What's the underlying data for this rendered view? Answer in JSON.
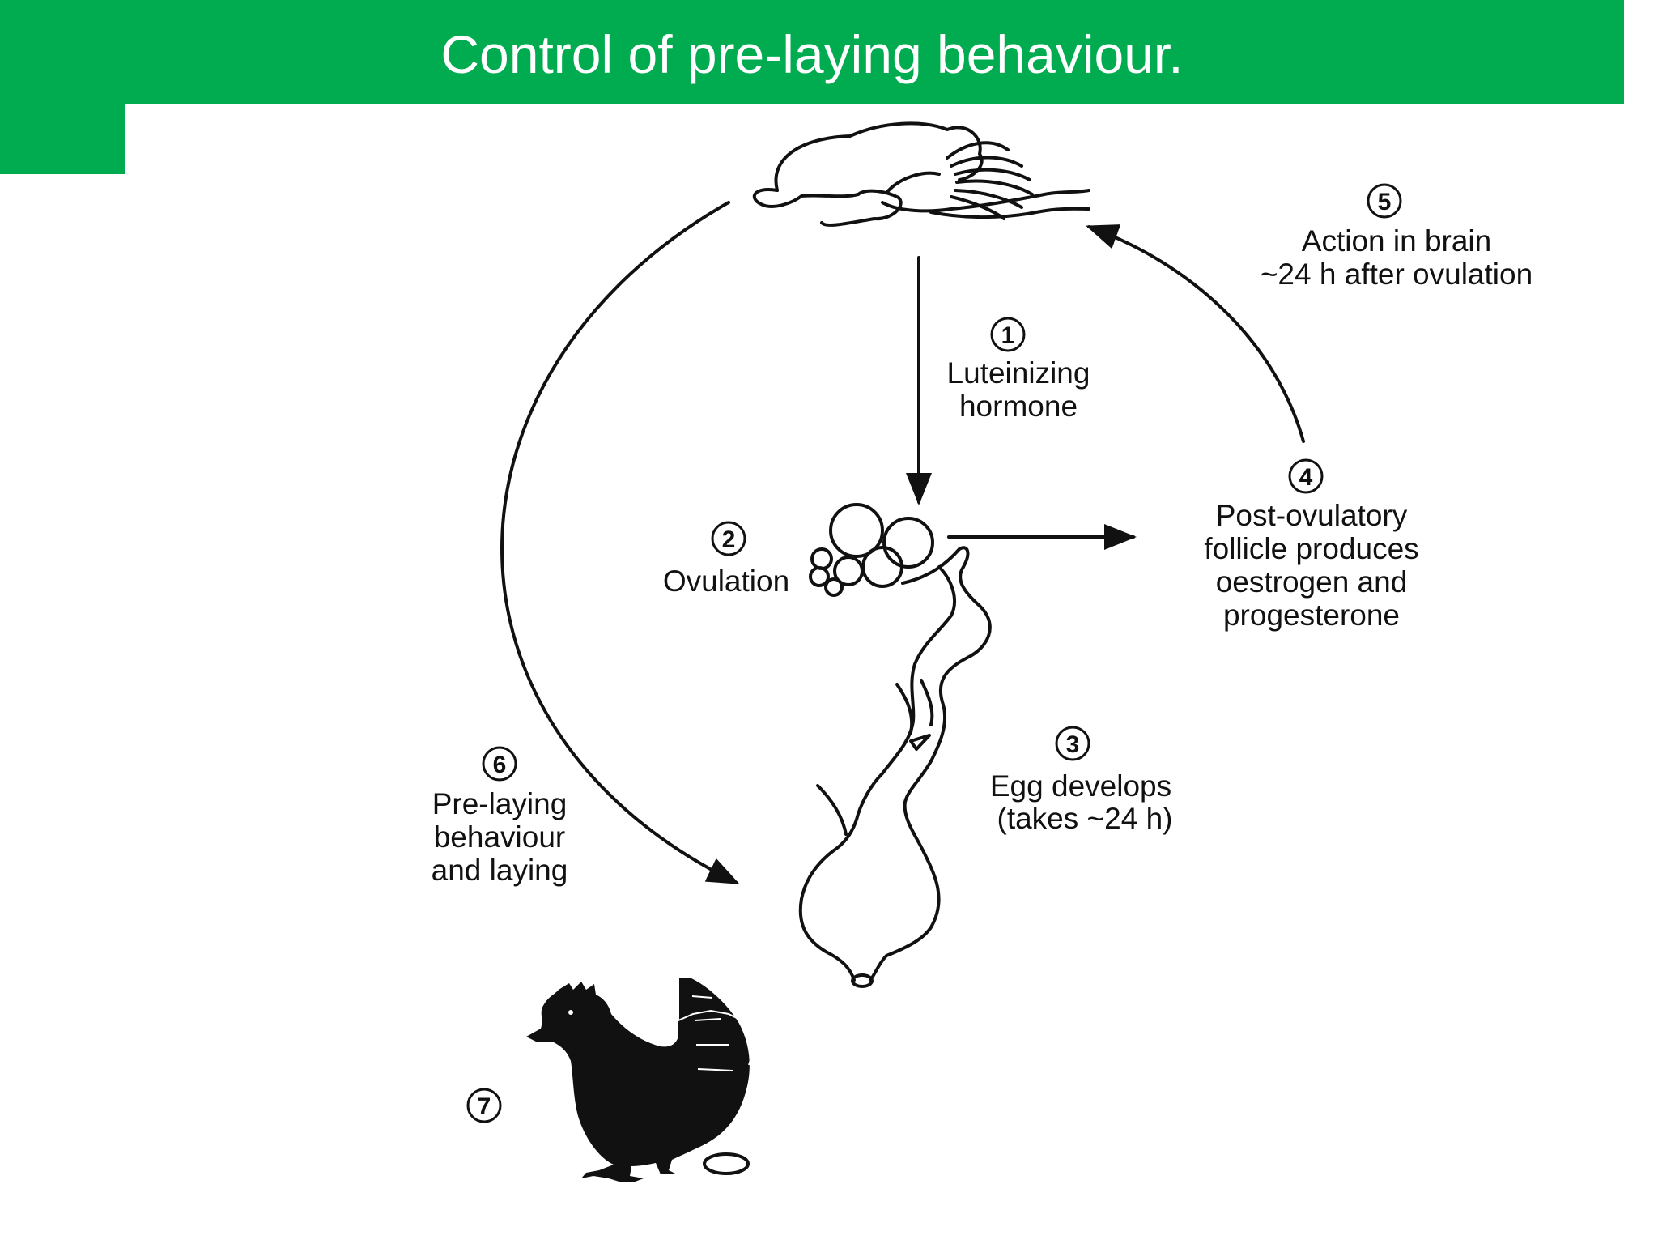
{
  "slide": {
    "title": "Control of pre-laying behaviour."
  },
  "colors": {
    "title_bar": "#00ac4f",
    "title_text": "#ffffff",
    "ink": "#111111",
    "background": "#ffffff"
  },
  "diagram": {
    "steps": [
      {
        "number": "1",
        "lines": [
          "Luteinizing",
          "hormone"
        ]
      },
      {
        "number": "2",
        "lines": [
          "Ovulation"
        ]
      },
      {
        "number": "3",
        "lines": [
          "Egg develops",
          "(takes ~24 h)"
        ]
      },
      {
        "number": "4",
        "lines": [
          "Post-ovulatory",
          "follicle produces",
          "oestrogen and",
          "progesterone"
        ]
      },
      {
        "number": "5",
        "lines": [
          "Action in brain",
          "~24 h after ovulation"
        ]
      },
      {
        "number": "6",
        "lines": [
          "Pre-laying",
          "behaviour",
          "and laying"
        ]
      },
      {
        "number": "7",
        "lines": []
      }
    ],
    "illustrations": [
      "brain-illustration",
      "ovary-illustration",
      "oviduct-illustration",
      "hen-silhouette",
      "egg-icon"
    ]
  }
}
